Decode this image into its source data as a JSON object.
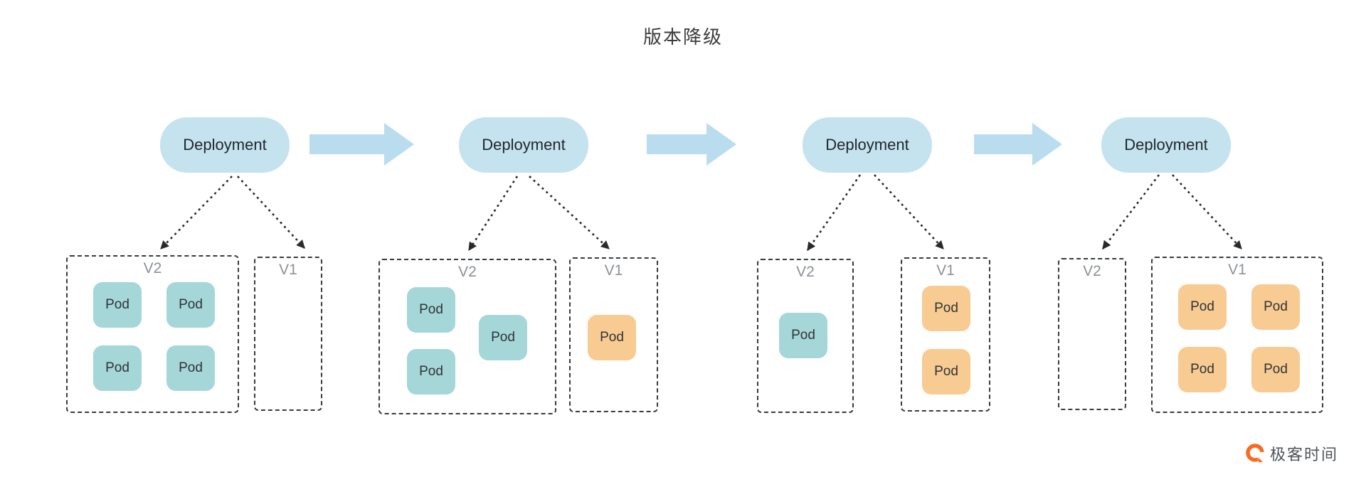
{
  "title": "版本降级",
  "colors": {
    "background": "#ffffff",
    "title_color": "#3c3c3c",
    "deployment_bg": "#c5e3ef",
    "pod_v2_bg": "#a5d6d8",
    "pod_v1_bg": "#f8cb92",
    "flow_arrow": "#b9ddee",
    "connector": "#2a2a2a",
    "box_border": "#3a3a3a",
    "version_label": "#8b9196",
    "pod_text": "#2f3437",
    "brand_orange": "#fa6a1e",
    "brand_text": "#4f5357"
  },
  "stages": [
    {
      "deployment_label": "Deployment",
      "v2": {
        "label": "V2",
        "pods": [
          "Pod",
          "Pod",
          "Pod",
          "Pod"
        ]
      },
      "v1": {
        "label": "V1",
        "pods": []
      }
    },
    {
      "deployment_label": "Deployment",
      "v2": {
        "label": "V2",
        "pods": [
          "Pod",
          "Pod",
          "Pod"
        ]
      },
      "v1": {
        "label": "V1",
        "pods": [
          "Pod"
        ]
      }
    },
    {
      "deployment_label": "Deployment",
      "v2": {
        "label": "V2",
        "pods": [
          "Pod"
        ]
      },
      "v1": {
        "label": "V1",
        "pods": [
          "Pod",
          "Pod"
        ]
      }
    },
    {
      "deployment_label": "Deployment",
      "v2": {
        "label": "V2",
        "pods": []
      },
      "v1": {
        "label": "V1",
        "pods": [
          "Pod",
          "Pod",
          "Pod",
          "Pod"
        ]
      }
    }
  ],
  "watermark": {
    "brand": "极客时间"
  }
}
